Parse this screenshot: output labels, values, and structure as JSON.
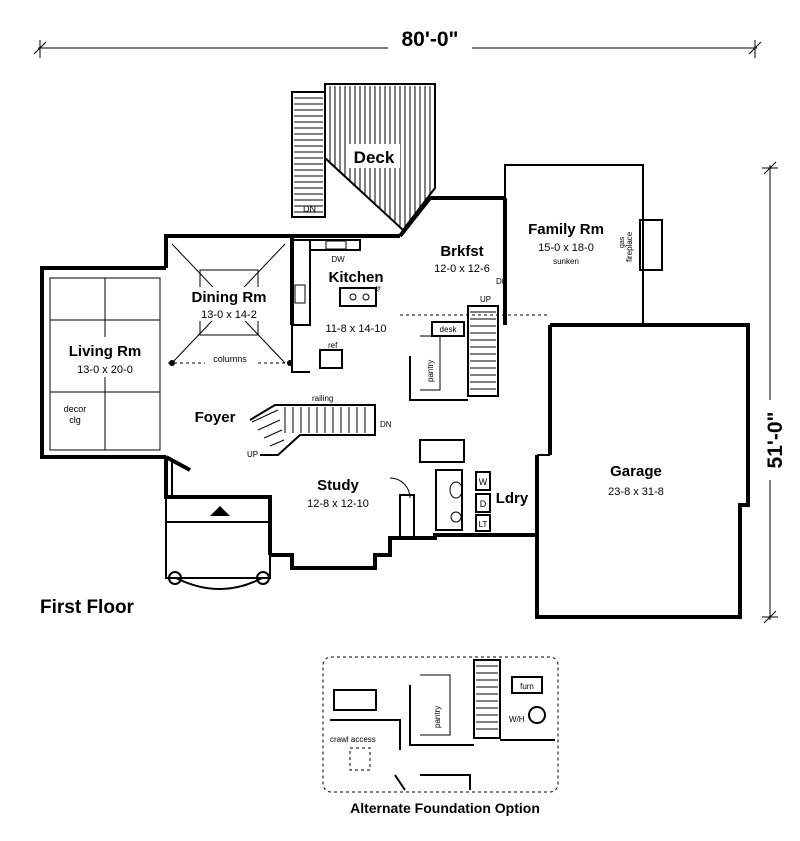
{
  "dimensions": {
    "width_label": "80'-0\"",
    "depth_label": "51'-0\""
  },
  "rooms": {
    "deck": {
      "name": "Deck"
    },
    "dining": {
      "name": "Dining Rm",
      "size": "13-0 x 14-2"
    },
    "living": {
      "name": "Living Rm",
      "size": "13-0 x 20-0"
    },
    "kitchen": {
      "name": "Kitchen",
      "size": "11-8 x 14-10"
    },
    "brkfst": {
      "name": "Brkfst",
      "size": "12-0 x 12-6"
    },
    "family": {
      "name": "Family Rm",
      "size": "15-0 x 18-0",
      "note": "sunken"
    },
    "foyer": {
      "name": "Foyer"
    },
    "study": {
      "name": "Study",
      "size": "12-8 x 12-10"
    },
    "ldry": {
      "name": "Ldry"
    },
    "garage": {
      "name": "Garage",
      "size": "23-8 x 31-8"
    }
  },
  "annotations": {
    "dn_deck": "DN",
    "dw": "DW",
    "island": "island",
    "dn_brkfst": "DN",
    "up_brkfst": "UP",
    "desk": "desk",
    "pantry": "pantry",
    "fireplace": "fireplace",
    "gas": "gas",
    "columns": "columns",
    "ref": "ref",
    "railing": "railing",
    "dn_stair": "DN",
    "up_stair": "UP",
    "decor_clg_1": "decor",
    "decor_clg_2": "clg",
    "washer": "W",
    "dryer": "D",
    "laundry_tub": "LT"
  },
  "floor_label": "First Floor",
  "alternate": {
    "title": "Alternate Foundation Option",
    "furn": "furn",
    "wh": "W/H",
    "pantry": "pantry",
    "crawl_access": "crawl access"
  }
}
